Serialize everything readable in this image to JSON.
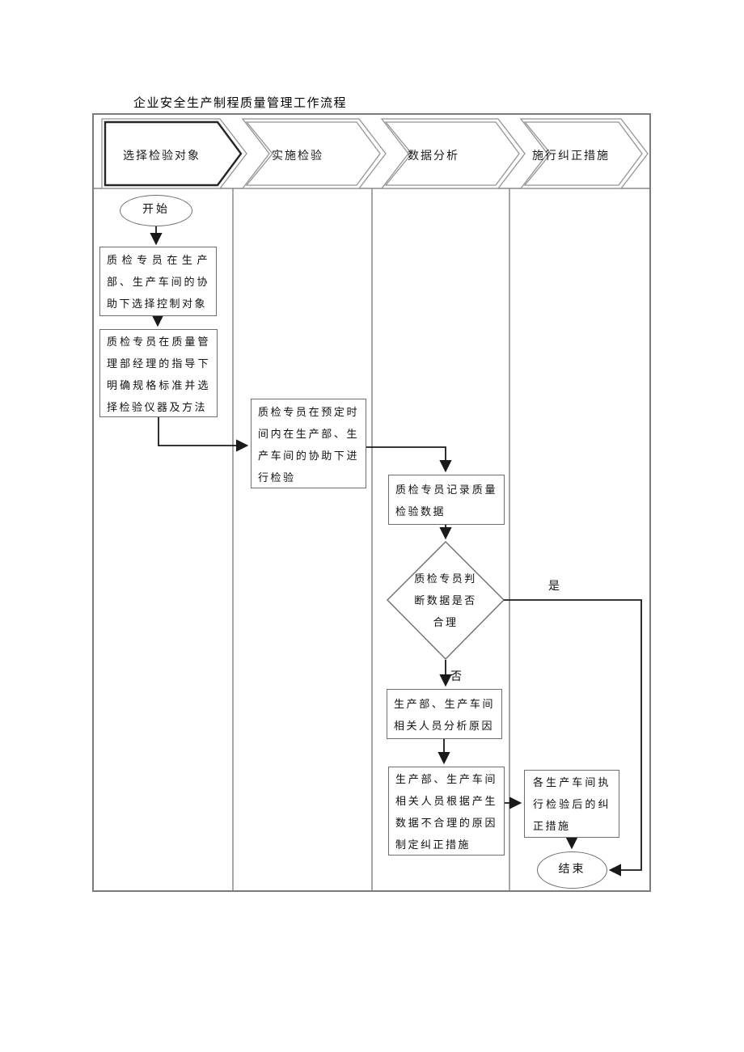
{
  "title": "企业安全生产制程质量管理工作流程",
  "header": {
    "stages": [
      {
        "label": "选择检验对象"
      },
      {
        "label": "实施检验"
      },
      {
        "label": "数据分析"
      },
      {
        "label": "施行纠正措施"
      }
    ]
  },
  "flow": {
    "start_label": "开始",
    "end_label": "结束",
    "yes_label": "是",
    "no_label": "否",
    "steps": {
      "select_object": "质检专员在生产部、生产车间的协助下选择控制对象",
      "define_standard": "质检专员在质量管理部经理的指导下明确规格标准并选择检验仪器及方法",
      "perform_inspection": "质检专员在预定时间内在生产部、生产车间的协助下进行检验",
      "record_data": "质检专员记录质量检验数据",
      "judge_data": "质检专员判断数据是否合理",
      "analyze_cause": "生产部、生产车间相关人员分析原因",
      "make_corrective": "生产部、生产车间相关人员根据产生数据不合理的原因制定纠正措施",
      "execute_corrective": "各生产车间执行检验后的纠正措施"
    }
  },
  "colors": {
    "background": "#ffffff",
    "frame_line": "#7c7c7c",
    "node_border": "#6f6f6f",
    "arrow": "#1a1a1a",
    "chevron_outline": "#949494",
    "chevron_active_border": "#262626"
  }
}
